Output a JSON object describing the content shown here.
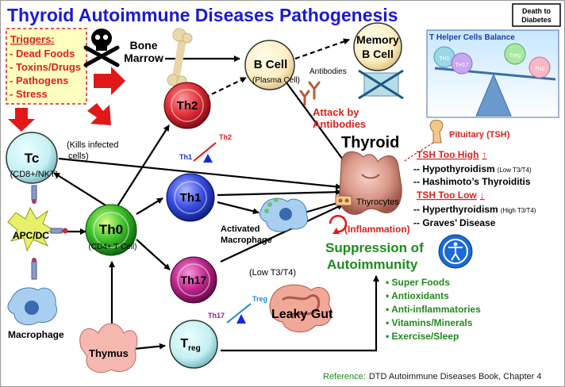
{
  "title": "Thyroid Autoimmune Diseases Pathogenesis",
  "badge": {
    "line1": "Death to",
    "line2": "Diabetes"
  },
  "triggers": {
    "heading": "Triggers",
    "items": [
      "- Dead Foods",
      "- Toxins/Drugs",
      "- Pathogens",
      "- Stress"
    ]
  },
  "bone_marrow": {
    "line1": "Bone",
    "line2": "Marrow"
  },
  "bcell": {
    "label": "B Cell",
    "sub": "(Plasma Cell)"
  },
  "memory_bcell": {
    "line1": "Memory",
    "line2": "B Cell"
  },
  "antibodies_label": "Antibodies",
  "attack": {
    "line1": "Attack by",
    "line2": "Antibodies"
  },
  "th_balance": {
    "title": "T Helper Cells Balance",
    "cells": [
      "TH1",
      "Treg",
      "TH17",
      "TH2"
    ]
  },
  "tc": {
    "label": "Tc",
    "sub": "(CD8+/NKT)"
  },
  "tc_note": {
    "line1": "(Kills infected",
    "line2": "cells)"
  },
  "th2": "Th2",
  "th1": "Th1",
  "th0": {
    "label": "Th0",
    "sub": "(CD4+ T Cell)"
  },
  "th17": "Th17",
  "treg": {
    "main": "T",
    "sub": "reg"
  },
  "seesaw1": {
    "high": "Th2",
    "low": "Th1"
  },
  "seesaw2": {
    "high": "Treg",
    "low": "Th17"
  },
  "apc": "APC/DC",
  "macrophage": "Macrophage",
  "activated_macrophage": {
    "line1": "Activated",
    "line2": "Macrophage"
  },
  "thymus": "Thymus",
  "thyroid": "Thyroid",
  "pituitary": "Pituitary (TSH)",
  "tsh": {
    "high": "TSH Too High",
    "hypo": "-- Hypothyroidism",
    "hypo_note": "(Low T3/T4)",
    "hashimoto": "-- Hashimoto’s Thyroiditis",
    "low": "TSH Too Low",
    "hyper": "-- Hyperthyroidism",
    "hyper_note": "(High T3/T4)",
    "graves": "-- Graves’ Disease"
  },
  "thyrocytes": "Thyrocytes",
  "inflammation": "(Inflammation)",
  "suppression": {
    "line1": "Suppression of",
    "line2": "Autoimmunity"
  },
  "remedies": [
    "Super Foods",
    "Antioxidants",
    "Anti-inflammatories",
    "Vitamins/Minerals",
    "Exercise/Sleep"
  ],
  "low_t3t4": "(Low T3/T4)",
  "leaky_gut": "Leaky Gut",
  "reference": {
    "prefix": "Reference:",
    "text": "DTD Autoimmune Diseases Book, Chapter 4"
  },
  "colors": {
    "title": "#1a1ad0",
    "red": "#e0201a",
    "green": "#1f8a1f",
    "th_red": "#c8102e",
    "th_blue": "#2a3fd8",
    "th_green": "#22a022",
    "th_purple": "#a3157a"
  }
}
